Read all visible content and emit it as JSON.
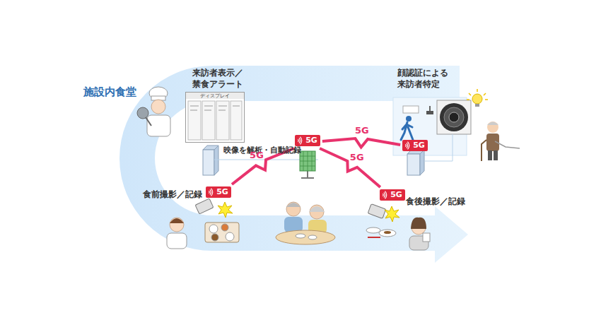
{
  "diagram": {
    "title": "施設内食堂",
    "nodes": [
      {
        "text": [
          "ディスプレイ"
        ]
      },
      {
        "text": [
          "5G"
        ]
      },
      {
        "text": [
          "5G"
        ]
      },
      {
        "text": [
          "5G"
        ]
      },
      {
        "text": [
          "5G"
        ]
      }
    ],
    "edges": [
      {
        "from": 2,
        "to": 1,
        "label": "5G",
        "arrow": "none"
      },
      {
        "from": 2,
        "to": 3,
        "label": "5G",
        "arrow": "none"
      },
      {
        "from": 2,
        "to": 4,
        "label": "5G",
        "arrow": "none"
      }
    ],
    "labels": [
      "来訪者表示／禁食アラート",
      "顔認証による来訪者特定",
      "映像を解析・自動記録",
      "食前撮影／記録",
      "食後撮影／記録"
    ]
  }
}
